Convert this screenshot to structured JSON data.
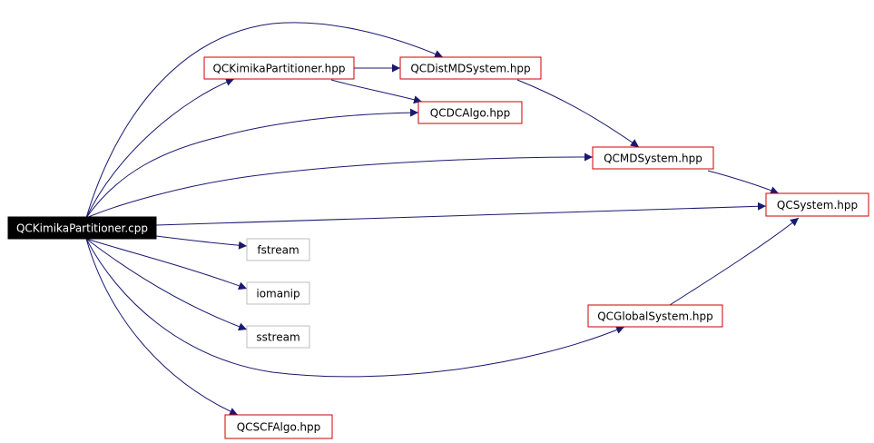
{
  "graph": {
    "nodes": {
      "root": {
        "label": "QCKimikaPartitioner.cpp",
        "kind": "root"
      },
      "kimika_hpp": {
        "label": "QCKimikaPartitioner.hpp",
        "kind": "local"
      },
      "distmd": {
        "label": "QCDistMDSystem.hpp",
        "kind": "local"
      },
      "dcalgo": {
        "label": "QCDCAlgo.hpp",
        "kind": "local"
      },
      "mdsys": {
        "label": "QCMDSystem.hpp",
        "kind": "local"
      },
      "qcsys": {
        "label": "QCSystem.hpp",
        "kind": "local"
      },
      "fstream": {
        "label": "fstream",
        "kind": "system"
      },
      "iomanip": {
        "label": "iomanip",
        "kind": "system"
      },
      "sstream": {
        "label": "sstream",
        "kind": "system"
      },
      "globalsys": {
        "label": "QCGlobalSystem.hpp",
        "kind": "local"
      },
      "scfalgo": {
        "label": "QCSCFAlgo.hpp",
        "kind": "local"
      }
    },
    "edges": [
      {
        "from": "root",
        "to": "kimika_hpp"
      },
      {
        "from": "root",
        "to": "distmd"
      },
      {
        "from": "root",
        "to": "dcalgo"
      },
      {
        "from": "root",
        "to": "mdsys"
      },
      {
        "from": "root",
        "to": "qcsys"
      },
      {
        "from": "root",
        "to": "fstream"
      },
      {
        "from": "root",
        "to": "iomanip"
      },
      {
        "from": "root",
        "to": "sstream"
      },
      {
        "from": "root",
        "to": "globalsys"
      },
      {
        "from": "root",
        "to": "scfalgo"
      },
      {
        "from": "kimika_hpp",
        "to": "distmd"
      },
      {
        "from": "kimika_hpp",
        "to": "dcalgo"
      },
      {
        "from": "distmd",
        "to": "mdsys"
      },
      {
        "from": "mdsys",
        "to": "qcsys"
      },
      {
        "from": "globalsys",
        "to": "qcsys"
      }
    ],
    "colors": {
      "edge": "#191970",
      "local_border": "#cc0000",
      "system_border": "#bfbfbf",
      "root_fill": "#000000"
    }
  }
}
